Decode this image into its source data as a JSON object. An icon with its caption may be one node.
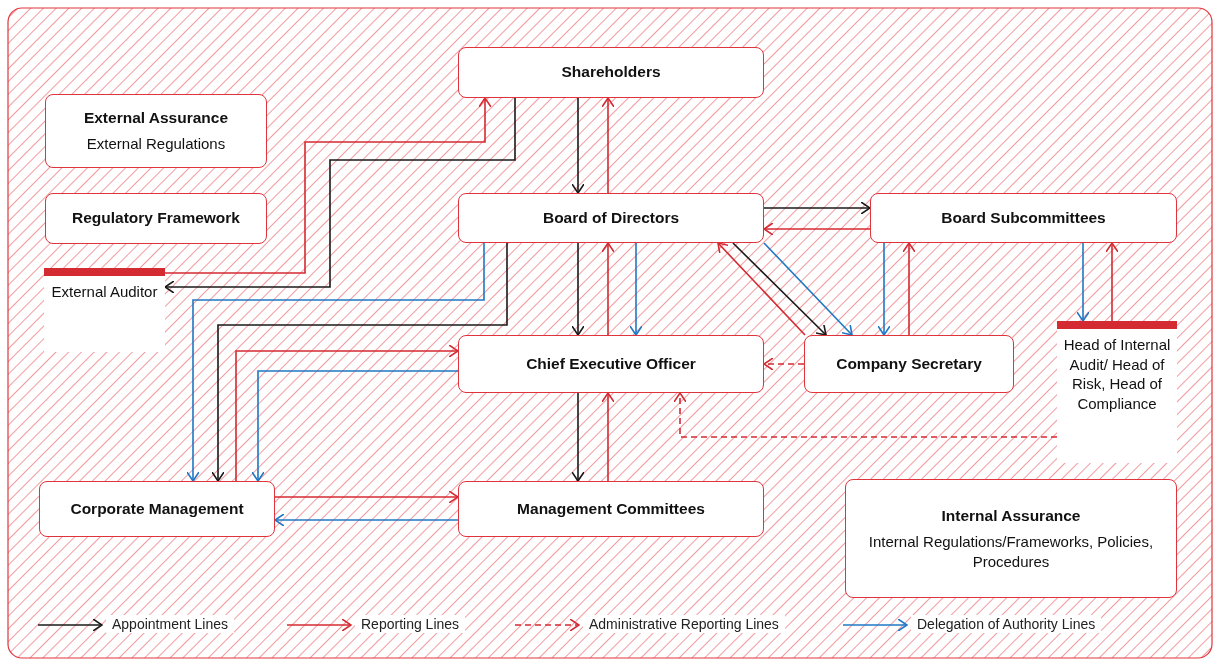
{
  "diagram": {
    "nodes": [
      {
        "text": [
          "Shareholders"
        ]
      },
      {
        "text": [
          "External Assurance",
          "External Regulations"
        ]
      },
      {
        "text": [
          "Regulatory Framework"
        ]
      },
      {
        "text": [
          "External Auditor"
        ]
      },
      {
        "text": [
          "Board of Directors"
        ]
      },
      {
        "text": [
          "Board Subcommittees"
        ]
      },
      {
        "text": [
          "Chief Executive Officer"
        ]
      },
      {
        "text": [
          "Company Secretary"
        ]
      },
      {
        "text": [
          "Head of Internal Audit/ Head of Risk, Head of Compliance"
        ]
      },
      {
        "text": [
          "Corporate Management"
        ]
      },
      {
        "text": [
          "Management Committees"
        ]
      },
      {
        "text": [
          "Internal Assurance",
          "Internal Regulations/Frameworks, Policies, Procedures"
        ]
      }
    ],
    "edges": [
      {
        "from": 0,
        "to": 3,
        "arrow": "to",
        "color": "#1a1a1a"
      },
      {
        "from": 3,
        "to": 0,
        "arrow": "to"
      },
      {
        "from": 0,
        "to": 4,
        "arrow": "to",
        "color": "#1a1a1a"
      },
      {
        "from": 4,
        "to": 0,
        "arrow": "to"
      },
      {
        "from": 4,
        "to": 9,
        "arrow": "to",
        "color": "#1a1a1a"
      },
      {
        "from": 4,
        "to": 9,
        "arrow": "to",
        "color": "#1f77c4"
      },
      {
        "from": 4,
        "to": 6,
        "arrow": "to",
        "color": "#1a1a1a"
      },
      {
        "from": 6,
        "to": 4,
        "arrow": "to"
      },
      {
        "from": 4,
        "to": 6,
        "arrow": "to",
        "color": "#1f77c4"
      },
      {
        "from": 4,
        "to": 5,
        "arrow": "to",
        "color": "#1a1a1a"
      },
      {
        "from": 5,
        "to": 4,
        "arrow": "to"
      },
      {
        "from": 4,
        "to": 7,
        "arrow": "to",
        "color": "#1a1a1a"
      },
      {
        "from": 4,
        "to": 7,
        "arrow": "to",
        "color": "#1f77c4"
      },
      {
        "from": 7,
        "to": 4,
        "arrow": "to"
      },
      {
        "from": 5,
        "to": 7,
        "arrow": "to",
        "color": "#1f77c4"
      },
      {
        "from": 7,
        "to": 5,
        "arrow": "to"
      },
      {
        "from": 5,
        "to": 8,
        "arrow": "to",
        "color": "#1f77c4"
      },
      {
        "from": 8,
        "to": 5,
        "arrow": "to"
      },
      {
        "from": 7,
        "to": 6,
        "arrow": "to",
        "style": "dashed"
      },
      {
        "from": 8,
        "to": 6,
        "arrow": "to",
        "style": "dashed"
      },
      {
        "from": 9,
        "to": 6,
        "arrow": "to"
      },
      {
        "from": 6,
        "to": 9,
        "arrow": "to",
        "color": "#1f77c4"
      },
      {
        "from": 6,
        "to": 10,
        "arrow": "to",
        "color": "#1a1a1a"
      },
      {
        "from": 10,
        "to": 6,
        "arrow": "to"
      },
      {
        "from": 9,
        "to": 10,
        "arrow": "to"
      },
      {
        "from": 10,
        "to": 9,
        "arrow": "to",
        "color": "#1f77c4"
      }
    ],
    "legend": [
      {
        "text": "Appointment Lines"
      },
      {
        "text": "Reporting Lines"
      },
      {
        "text": "Administrative Reporting Lines"
      },
      {
        "text": "Delegation of Authority Lines"
      }
    ]
  }
}
